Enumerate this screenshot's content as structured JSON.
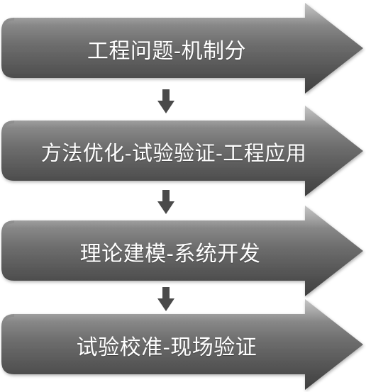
{
  "steps": [
    {
      "label": "工程问题-机制分"
    },
    {
      "label": "方法优化-试验验证-工程应用"
    },
    {
      "label": "理论建模-系统开发"
    },
    {
      "label": "试验校准-现场验证"
    }
  ],
  "colors": {
    "arrow_light": "#a3a3a3",
    "arrow_mid": "#6f6f6f",
    "arrow_dark": "#3f3f3f",
    "label_text": "#ffffff",
    "connector": "#4a4a4a"
  }
}
